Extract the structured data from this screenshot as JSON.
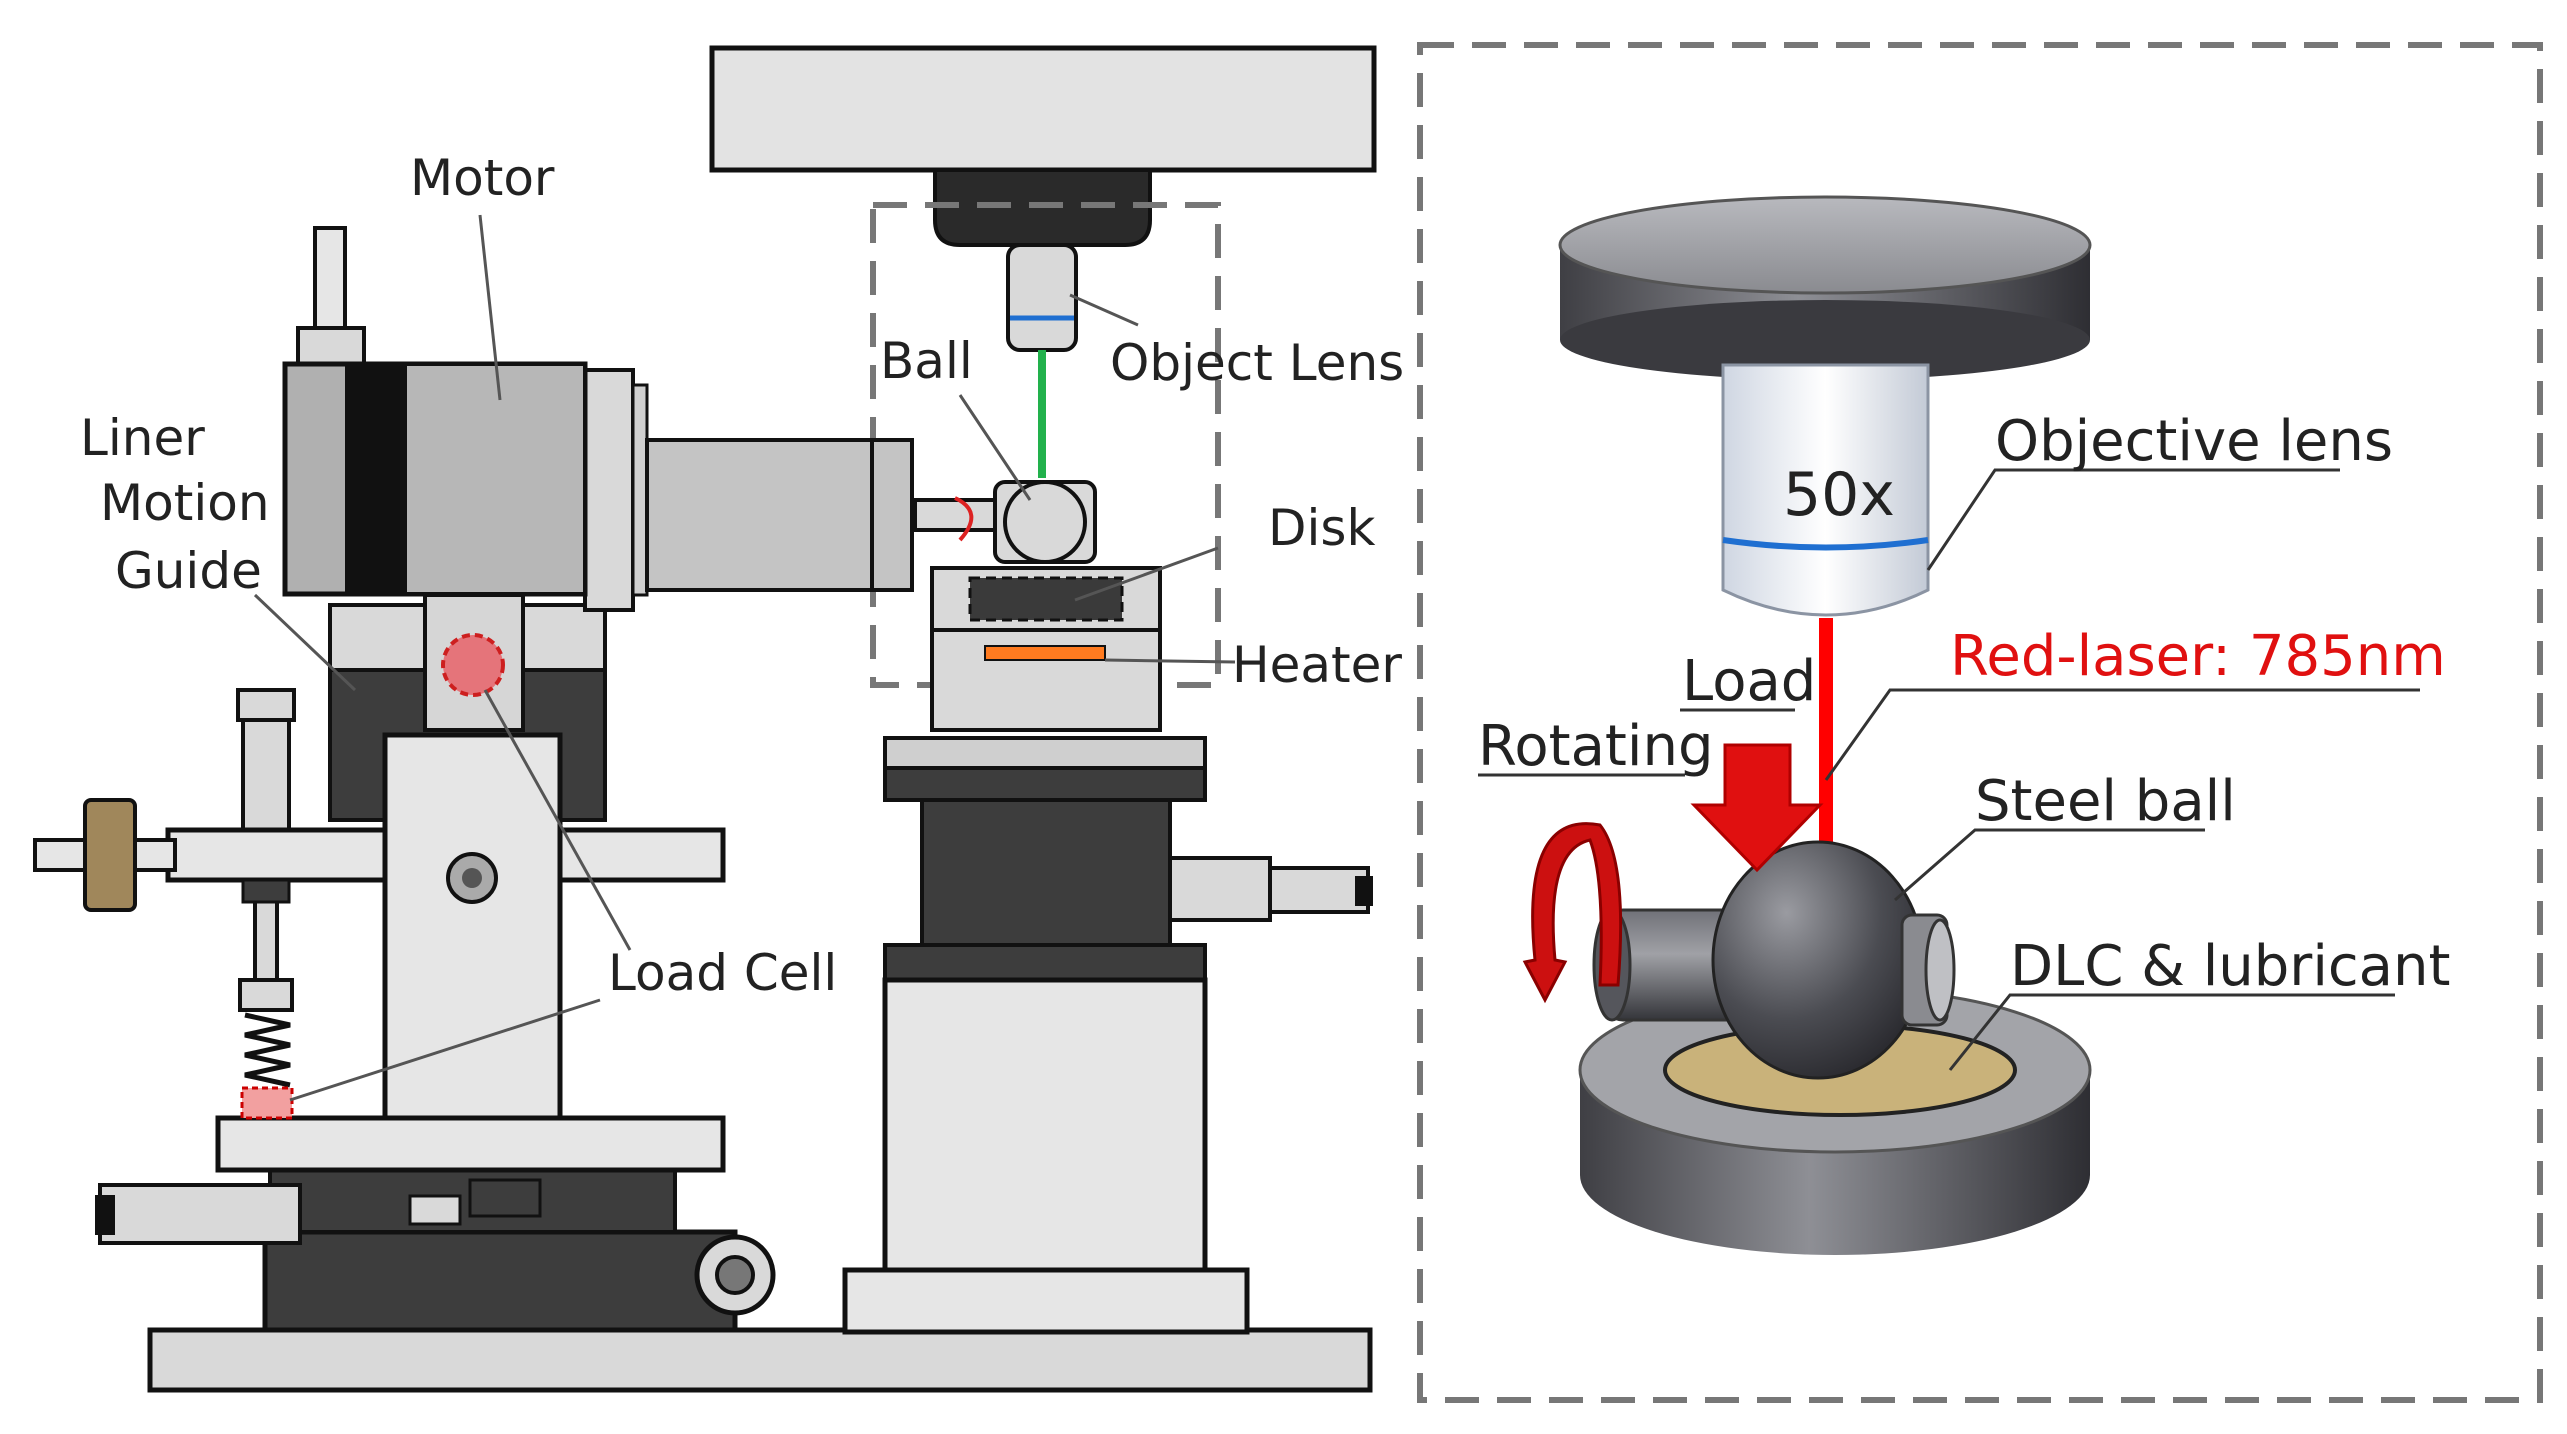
{
  "left_panel": {
    "labels": {
      "motor": "Motor",
      "liner_motion_guide": [
        "Liner",
        "Motion",
        "Guide"
      ],
      "ball": "Ball",
      "object_lens": "Object Lens",
      "disk": "Disk",
      "heater": "Heater",
      "load_cell": "Load Cell"
    }
  },
  "right_panel": {
    "labels": {
      "magnification": "50x",
      "objective_lens": "Objective lens",
      "red_laser": "Red-laser: 785nm",
      "load": "Load",
      "rotating": "Rotating",
      "steel_ball": "Steel ball",
      "dlc_lubricant": "DLC & lubricant"
    }
  },
  "colors": {
    "laser": "#ff0000",
    "green_beam": "#22b14c",
    "lens_ring": "#1f6fd1",
    "heater": "#ff7b20",
    "lubricant": "#c9b27a",
    "load_arrow": "#e01010",
    "rotation_arrow": "#cc1010"
  }
}
